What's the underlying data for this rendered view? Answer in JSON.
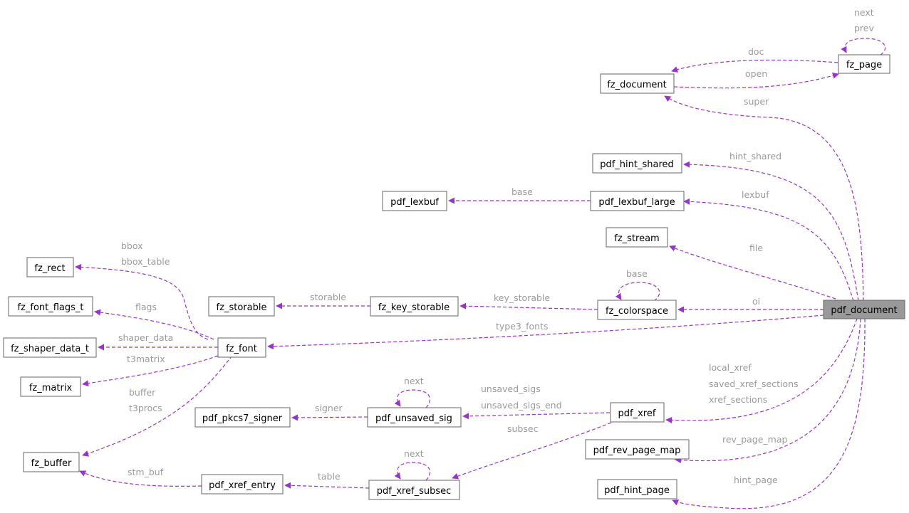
{
  "nodes": {
    "pdf_document": "pdf_document",
    "fz_page": "fz_page",
    "fz_document": "fz_document",
    "pdf_hint_shared": "pdf_hint_shared",
    "pdf_lexbuf": "pdf_lexbuf",
    "pdf_lexbuf_large": "pdf_lexbuf_large",
    "fz_stream": "fz_stream",
    "fz_rect": "fz_rect",
    "fz_font_flags_t": "fz_font_flags_t",
    "fz_storable": "fz_storable",
    "fz_key_storable": "fz_key_storable",
    "fz_colorspace": "fz_colorspace",
    "fz_shaper_data_t": "fz_shaper_data_t",
    "fz_font": "fz_font",
    "fz_matrix": "fz_matrix",
    "pdf_pkcs7_signer": "pdf_pkcs7_signer",
    "pdf_unsaved_sig": "pdf_unsaved_sig",
    "pdf_xref": "pdf_xref",
    "pdf_rev_page_map": "pdf_rev_page_map",
    "fz_buffer": "fz_buffer",
    "pdf_xref_entry": "pdf_xref_entry",
    "pdf_xref_subsec": "pdf_xref_subsec",
    "pdf_hint_page": "pdf_hint_page"
  },
  "edge_labels": {
    "next_page": "next",
    "prev_page": "prev",
    "doc": "doc",
    "open": "open",
    "super": "super",
    "hint_shared": "hint_shared",
    "base_lexbuf": "base",
    "lexbuf": "lexbuf",
    "file": "file",
    "bbox": "bbox",
    "bbox_table": "bbox_table",
    "base_colorspace": "base",
    "storable": "storable",
    "key_storable": "key_storable",
    "flags": "flags",
    "oi": "oi",
    "shaper_data": "shaper_data",
    "type3_fonts": "type3_fonts",
    "t3matrix": "t3matrix",
    "local_xref": "local_xref",
    "saved_xref_sections": "saved_xref_sections",
    "next_sig": "next",
    "unsaved_sigs": "unsaved_sigs",
    "xref_sections": "xref_sections",
    "buffer": "buffer",
    "unsaved_sigs_end": "unsaved_sigs_end",
    "t3procs": "t3procs",
    "signer": "signer",
    "subsec": "subsec",
    "rev_page_map": "rev_page_map",
    "next_subsec": "next",
    "stm_buf": "stm_buf",
    "table": "table",
    "hint_page": "hint_page"
  },
  "colors": {
    "edge": "#9a32cd",
    "edge_label": "#9a9a9a",
    "node_border": "#666666",
    "root_fill": "#999999"
  }
}
